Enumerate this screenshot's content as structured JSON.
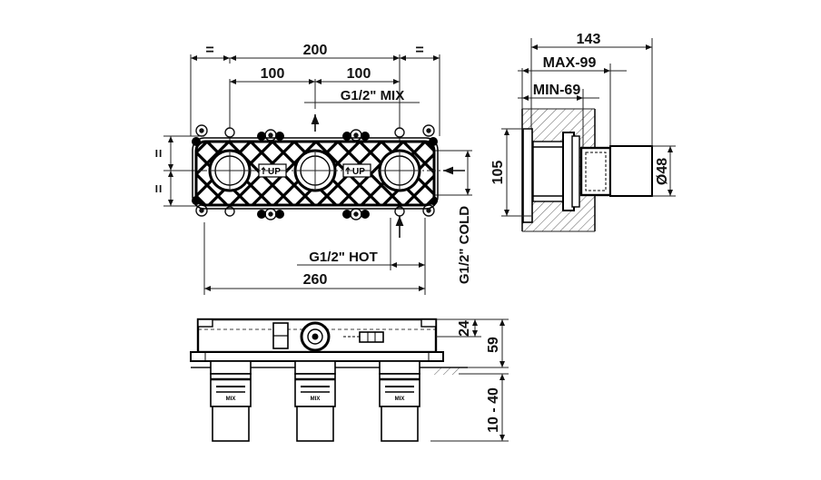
{
  "front_view": {
    "dim_equal_left": "=",
    "dim_overall_inner": "200",
    "dim_equal_right": "=",
    "dim_left_spacing": "100",
    "dim_right_spacing": "100",
    "mix_label": "G1/2\" MIX",
    "up_label": "UP",
    "hot_label": "G1/2\" HOT",
    "cold_label": "G1/2\" COLD",
    "dim_overall_width": "260",
    "dim_vertical_eq_top": "=",
    "dim_vertical_eq_bottom": "="
  },
  "side_view": {
    "dim_depth": "143",
    "dim_max": "MAX-99",
    "dim_min": "MIN-69",
    "dim_height": "105",
    "dim_diameter": "Ø48"
  },
  "top_view": {
    "dim_24": "24",
    "dim_59": "59",
    "dim_range": "10 - 40",
    "mix_mark": "MIX"
  }
}
